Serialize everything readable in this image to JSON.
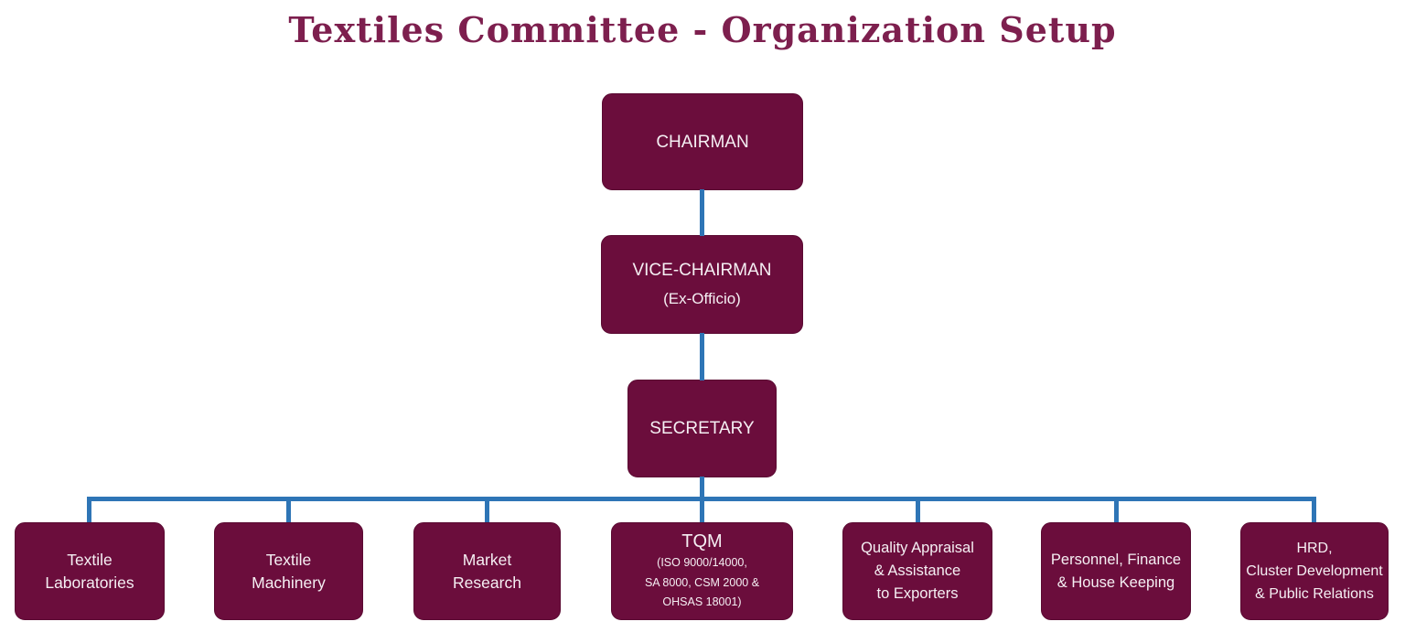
{
  "title": "Textiles Committee - Organization Setup",
  "colors": {
    "box_fill": "#6b0d3c",
    "box_border": "#5a0a32",
    "connector": "#2e75b6",
    "title_text": "#7d1f4e",
    "box_text": "#f5eff3"
  },
  "hierarchy": {
    "chairman": {
      "label": "CHAIRMAN"
    },
    "vice_chairman": {
      "label": "VICE-CHAIRMAN",
      "sublabel": "(Ex-Officio)"
    },
    "secretary": {
      "label": "SECRETARY"
    },
    "departments": [
      {
        "label": "Textile\nLaboratories"
      },
      {
        "label": "Textile\nMachinery"
      },
      {
        "label": "Market\nResearch"
      },
      {
        "label": "TQM",
        "sublabel": "(ISO 9000/14000,\nSA 8000, CSM 2000 &\nOHSAS 18001)"
      },
      {
        "label": "Quality Appraisal\n& Assistance\nto Exporters"
      },
      {
        "label": "Personnel, Finance\n& House Keeping"
      },
      {
        "label": "HRD,\nCluster Development\n& Public Relations"
      }
    ]
  }
}
